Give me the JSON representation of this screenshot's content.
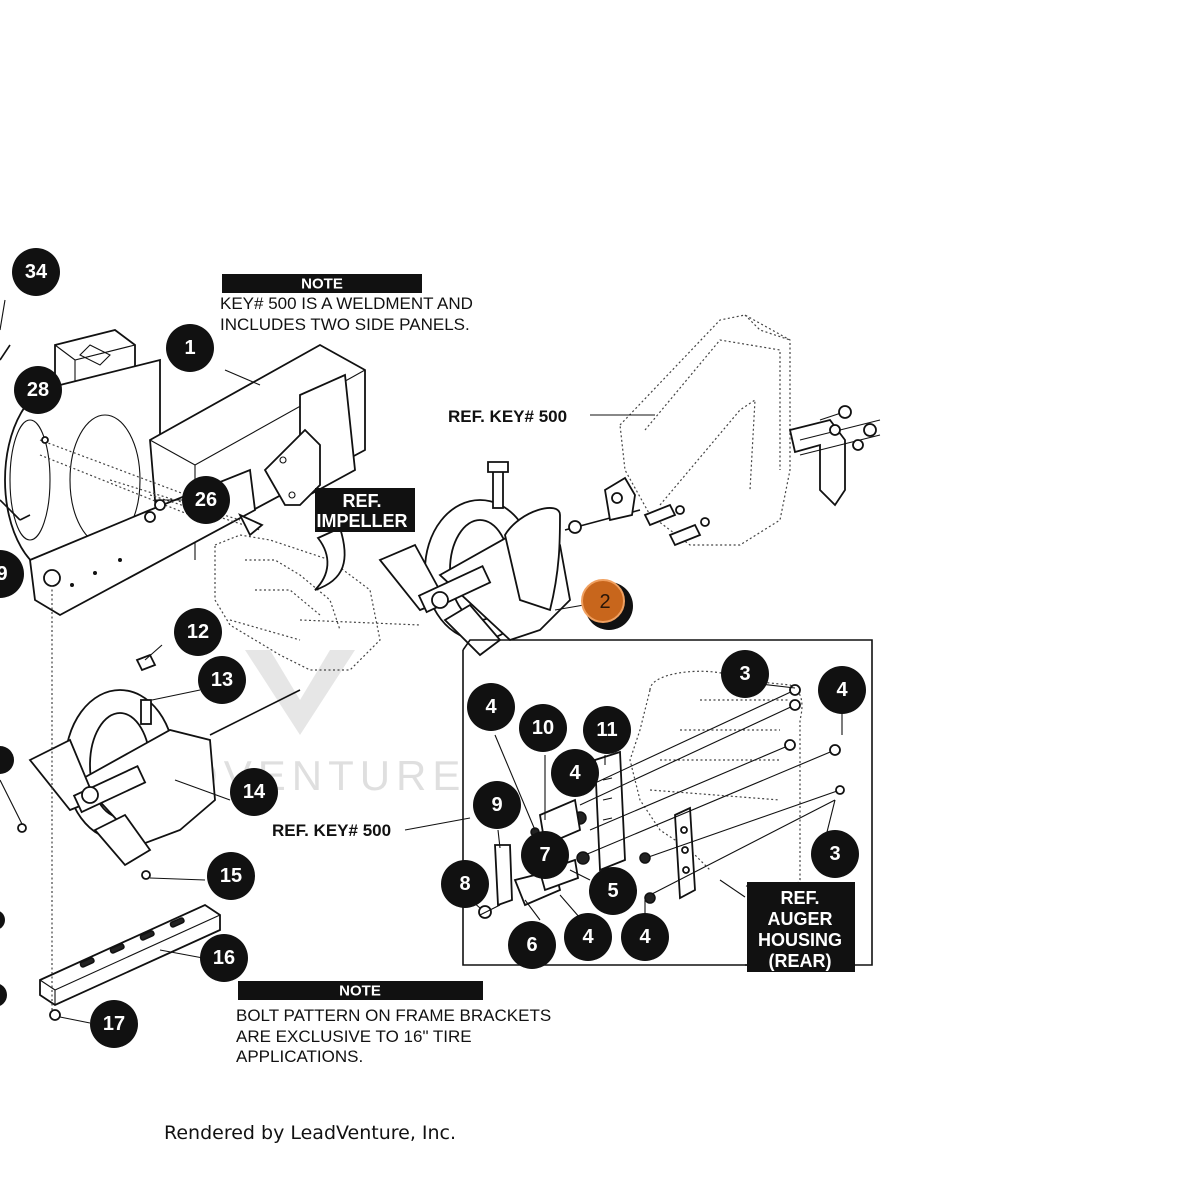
{
  "notes": [
    {
      "heading": "NOTE",
      "lines": [
        "KEY# 500 IS A WELDMENT AND",
        "INCLUDES TWO SIDE PANELS."
      ]
    },
    {
      "heading": "NOTE",
      "lines": [
        "BOLT PATTERN ON FRAME BRACKETS",
        "ARE EXCLUSIVE TO 16\" TIRE",
        "APPLICATIONS."
      ]
    }
  ],
  "ref_labels": {
    "ref_key_top": "REF. KEY# 500",
    "ref_key_bottom": "REF. KEY# 500",
    "ref_impeller": [
      "REF.",
      "IMPELLER"
    ],
    "ref_auger_housing": [
      "REF.",
      "AUGER",
      "HOUSING",
      "(REAR)"
    ]
  },
  "callouts": [
    "34",
    "28",
    "1",
    "26",
    "9",
    "12",
    "13",
    "14",
    "15",
    "16",
    "17",
    "2",
    "3",
    "4",
    "4",
    "10",
    "11",
    "4",
    "9",
    "7",
    "8",
    "5",
    "6",
    "4",
    "4",
    "3"
  ],
  "highlighted_callout": "2",
  "highlight_color": "#c8661c",
  "watermark": "LEADVENTURE",
  "footer": "Rendered by LeadVenture, Inc."
}
